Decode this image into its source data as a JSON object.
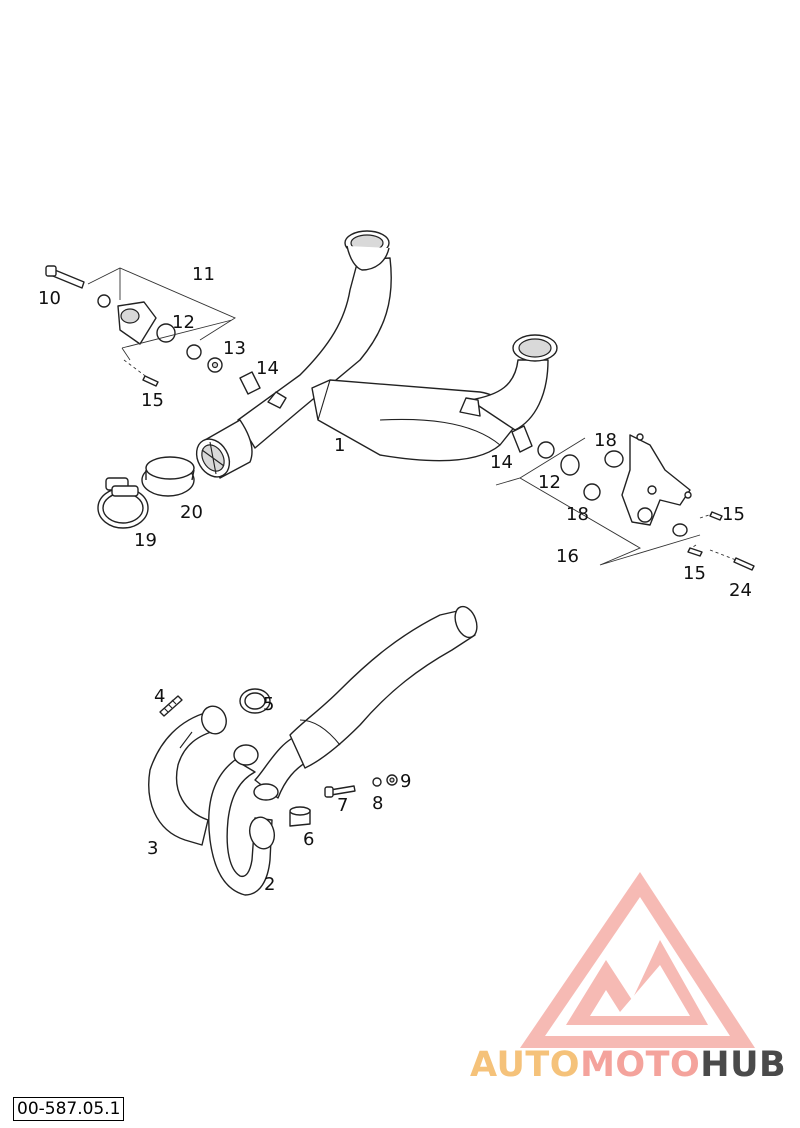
{
  "diagram": {
    "callouts": [
      {
        "id": "1",
        "text": "1"
      },
      {
        "id": "2",
        "text": "2"
      },
      {
        "id": "3",
        "text": "3"
      },
      {
        "id": "4",
        "text": "4"
      },
      {
        "id": "5",
        "text": "5"
      },
      {
        "id": "6",
        "text": "6"
      },
      {
        "id": "7",
        "text": "7"
      },
      {
        "id": "8",
        "text": "8"
      },
      {
        "id": "9",
        "text": "9"
      },
      {
        "id": "10",
        "text": "10"
      },
      {
        "id": "11",
        "text": "11"
      },
      {
        "id": "12a",
        "text": "12"
      },
      {
        "id": "12b",
        "text": "12"
      },
      {
        "id": "13",
        "text": "13"
      },
      {
        "id": "14a",
        "text": "14"
      },
      {
        "id": "14b",
        "text": "14"
      },
      {
        "id": "15a",
        "text": "15"
      },
      {
        "id": "15b",
        "text": "15"
      },
      {
        "id": "15c",
        "text": "15"
      },
      {
        "id": "16",
        "text": "16"
      },
      {
        "id": "18a",
        "text": "18"
      },
      {
        "id": "18b",
        "text": "18"
      },
      {
        "id": "19",
        "text": "19"
      },
      {
        "id": "20",
        "text": "20"
      },
      {
        "id": "24",
        "text": "24"
      }
    ]
  },
  "document_number": "00-587.05.1",
  "watermark": {
    "parts": [
      "AUTO",
      "MOTO",
      "HUB"
    ],
    "colors": [
      "#f5c27a",
      "#f4a39c",
      "#4a4a4a"
    ],
    "logo_color": "#f4a39c"
  }
}
